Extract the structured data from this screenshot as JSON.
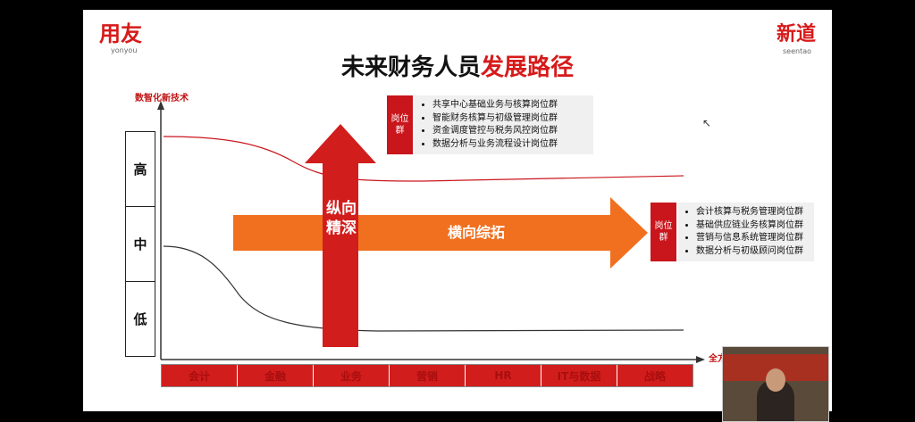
{
  "slide": {
    "logo_left": "用友",
    "logo_left_sub": "yonyou",
    "logo_right": "新道",
    "logo_right_sub": "seentao",
    "title_part1": "未来财务人员",
    "title_part2": "发展路径",
    "y_axis_label": "数智化新技术",
    "levels": [
      "高",
      "中",
      "低"
    ],
    "vertical_arrow_text": "纵向精深",
    "horizontal_arrow_text": "横向综拓",
    "tag_top": "岗位群",
    "tag_right": "岗位群",
    "top_list": [
      "共享中心基础业务与核算岗位群",
      "智能财务核算与初级管理岗位群",
      "资金调度管控与税务风控岗位群",
      "数据分析与业务流程设计岗位群"
    ],
    "right_list": [
      "会计核算与税务管理岗位群",
      "基础供应链业务核算岗位群",
      "营销与信息系统管理岗位群",
      "数据分析与初级顾问岗位群"
    ],
    "x_axis_label": "全方位最前沿",
    "categories": [
      "会计",
      "金融",
      "业务",
      "营销",
      "HR",
      "IT与数据",
      "战略"
    ]
  },
  "colors": {
    "accent": "#d71a1a",
    "arrow_orange": "#f07020",
    "tag_red": "#c9161c"
  }
}
